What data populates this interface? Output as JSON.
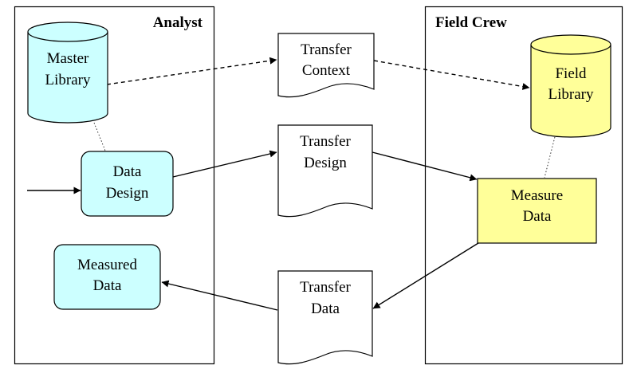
{
  "colors": {
    "cyan_fill": "#ccffff",
    "yellow_fill": "#ffff99",
    "white_fill": "#ffffff",
    "stroke": "#000000"
  },
  "lanes": {
    "analyst": {
      "title": "Analyst"
    },
    "field_crew": {
      "title": "Field Crew"
    }
  },
  "nodes": {
    "master_library": {
      "shape": "database-cylinder",
      "lines": [
        "Master",
        "Library"
      ]
    },
    "data_design": {
      "shape": "rounded-rectangle",
      "lines": [
        "Data",
        "Design"
      ]
    },
    "measured_data": {
      "shape": "rounded-rectangle",
      "lines": [
        "Measured",
        "Data"
      ]
    },
    "transfer_context": {
      "shape": "document",
      "lines": [
        "Transfer",
        "Context"
      ]
    },
    "transfer_design": {
      "shape": "document",
      "lines": [
        "Transfer",
        "Design"
      ]
    },
    "transfer_data": {
      "shape": "document",
      "lines": [
        "Transfer",
        "Data"
      ]
    },
    "field_library": {
      "shape": "database-cylinder",
      "lines": [
        "Field",
        "Library"
      ]
    },
    "measure_data": {
      "shape": "rectangle",
      "lines": [
        "Measure",
        "Data"
      ]
    }
  },
  "edges": [
    {
      "from": "master_library",
      "to": "transfer_context",
      "style": "dashed-arrow"
    },
    {
      "from": "transfer_context",
      "to": "field_library",
      "style": "dashed-arrow"
    },
    {
      "from": "master_library",
      "to": "data_design",
      "style": "dotted-line"
    },
    {
      "from": "external-input",
      "to": "data_design",
      "style": "solid-arrow"
    },
    {
      "from": "data_design",
      "to": "transfer_design",
      "style": "solid-arrow"
    },
    {
      "from": "transfer_design",
      "to": "measure_data",
      "style": "solid-arrow"
    },
    {
      "from": "field_library",
      "to": "measure_data",
      "style": "dotted-line"
    },
    {
      "from": "measure_data",
      "to": "transfer_data",
      "style": "solid-arrow"
    },
    {
      "from": "transfer_data",
      "to": "measured_data",
      "style": "solid-arrow"
    }
  ]
}
